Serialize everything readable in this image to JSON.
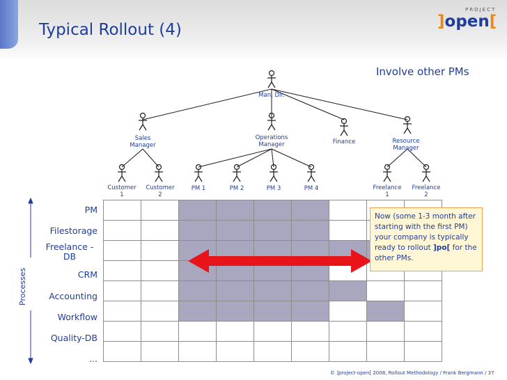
{
  "slide": {
    "title": "Typical Rollout (4)",
    "subtitle": "Involve other PMs",
    "footer": "©  ]project-open[  2008, Rollout Methodology / Frank Bergmann / 37"
  },
  "logo": {
    "small": "PROJECT",
    "main": "open",
    "bracket_left": "]",
    "bracket_right": "["
  },
  "org_chart": {
    "top": {
      "label": "Man. Dir."
    },
    "level2": [
      {
        "label_lines": [
          "Sales",
          "Manager"
        ]
      },
      {
        "label_lines": [
          "Operations",
          "Manager"
        ]
      },
      {
        "label_lines": [
          "Finance"
        ]
      },
      {
        "label_lines": [
          "Resource",
          "Manager"
        ]
      }
    ],
    "level3": [
      {
        "label_lines": [
          "Customer",
          "1"
        ]
      },
      {
        "label_lines": [
          "Customer",
          "2"
        ]
      },
      {
        "label_lines": [
          "PM 1"
        ]
      },
      {
        "label_lines": [
          "PM 2"
        ]
      },
      {
        "label_lines": [
          "PM 3"
        ]
      },
      {
        "label_lines": [
          "PM 4"
        ]
      },
      {
        "label_lines": [
          "Freelance",
          "1"
        ]
      },
      {
        "label_lines": [
          "Freelance",
          "2"
        ]
      }
    ]
  },
  "processes": {
    "axis_label": "Processes",
    "rows": [
      "PM",
      "Filestorage",
      "Freelance -DB",
      "CRM",
      "Accounting",
      "Workflow",
      "Quality-DB",
      "..."
    ]
  },
  "callout": {
    "text_before": "Now (some 1-3 month after starting with the first PM) your company is typically ready to rollout ",
    "brand_open": "]",
    "brand_mid": "po",
    "brand_close": "[",
    "text_after": " for the other PMs."
  },
  "colors": {
    "title_blue": "#1f3d9c",
    "active_cell": "#a9a6c0",
    "arrow_red": "#e8141a",
    "callout_bg": "#fff6d6",
    "callout_border": "#e8a44c"
  }
}
